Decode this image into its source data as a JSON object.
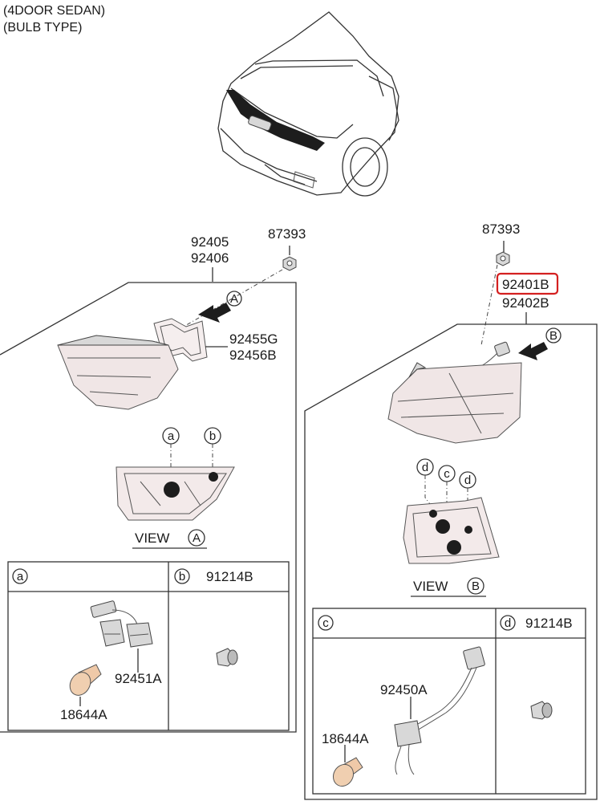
{
  "header": {
    "line1": "(4DOOR SEDAN)",
    "line2": "(BULB TYPE)"
  },
  "left_assembly": {
    "part_top": "92405",
    "part_bottom": "92406",
    "nut": "87393",
    "view_marker": "A",
    "gasket_top": "92455G",
    "gasket_bottom": "92456B",
    "callout_a": "a",
    "callout_b": "b",
    "view_label": "VIEW",
    "view_letter": "A"
  },
  "right_assembly": {
    "part_top": "92401B",
    "part_bottom": "92402B",
    "nut": "87393",
    "view_marker": "B",
    "callout_c": "c",
    "callout_d1": "d",
    "callout_d2": "d",
    "view_label": "VIEW",
    "view_letter": "B",
    "highlight_color": "#d42020"
  },
  "table_left": {
    "cell_a_letter": "a",
    "cell_b_letter": "b",
    "cell_b_part": "91214B",
    "socket_part": "92451A",
    "bulb_part": "18644A"
  },
  "table_right": {
    "cell_c_letter": "c",
    "cell_d_letter": "d",
    "cell_d_part": "91214B",
    "socket_part": "92450A",
    "bulb_part": "18644A"
  }
}
